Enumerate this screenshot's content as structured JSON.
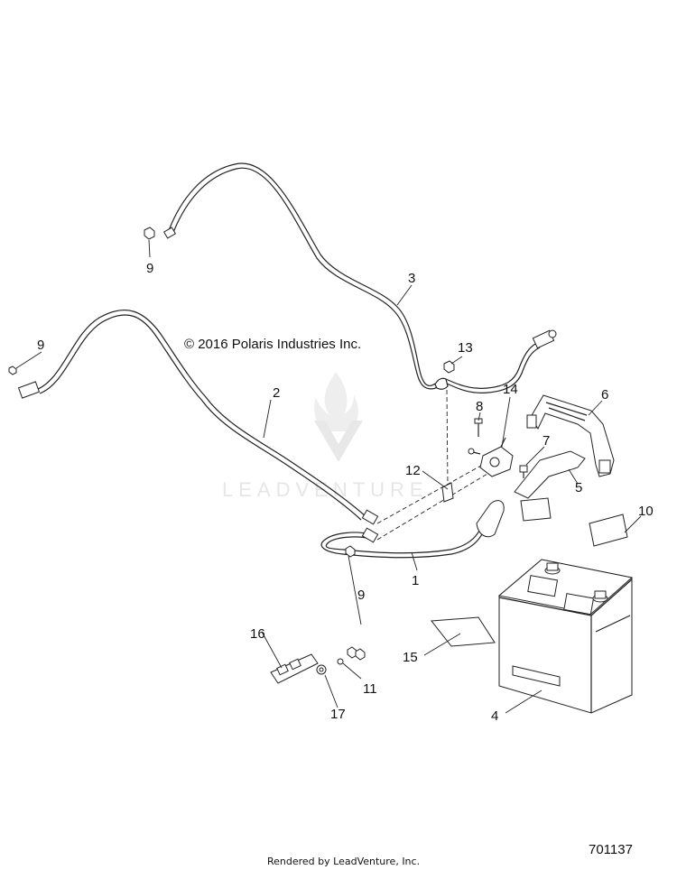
{
  "copyright": "© 2016 Polaris Industries Inc.",
  "watermark": {
    "brand": "LEADVENTURE"
  },
  "drawing_number": "701137",
  "footer": "Rendered by LeadVenture, Inc.",
  "callouts": [
    {
      "id": "c1",
      "label": "1"
    },
    {
      "id": "c2",
      "label": "2"
    },
    {
      "id": "c3",
      "label": "3"
    },
    {
      "id": "c4",
      "label": "4"
    },
    {
      "id": "c5",
      "label": "5"
    },
    {
      "id": "c6",
      "label": "6"
    },
    {
      "id": "c7",
      "label": "7"
    },
    {
      "id": "c8",
      "label": "8"
    },
    {
      "id": "c9a",
      "label": "9"
    },
    {
      "id": "c9b",
      "label": "9"
    },
    {
      "id": "c9c",
      "label": "9"
    },
    {
      "id": "c10",
      "label": "10"
    },
    {
      "id": "c11",
      "label": "11"
    },
    {
      "id": "c12",
      "label": "12"
    },
    {
      "id": "c13",
      "label": "13"
    },
    {
      "id": "c14",
      "label": "14"
    },
    {
      "id": "c15",
      "label": "15"
    },
    {
      "id": "c16",
      "label": "16"
    },
    {
      "id": "c17",
      "label": "17"
    }
  ],
  "colors": {
    "line": "#222222",
    "watermark": "#e6e6e6",
    "background": "#ffffff"
  }
}
